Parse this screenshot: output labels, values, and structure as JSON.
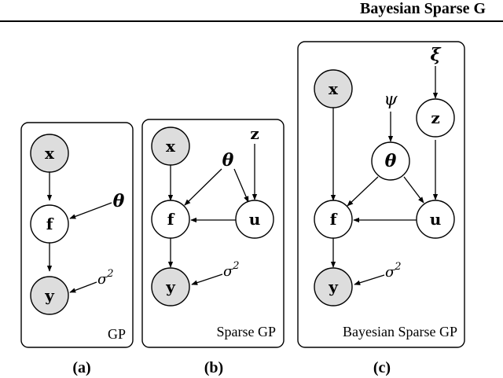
{
  "header": {
    "title": "Bayesian Sparse G"
  },
  "colors": {
    "observed_fill": "#dddddd",
    "latent_fill": "#ffffff",
    "stroke": "#000000"
  },
  "panels": [
    {
      "id": "a",
      "caption": "GP",
      "subfigure_label": "(a)",
      "nodes": {
        "x": "x",
        "f": "f",
        "y": "y"
      },
      "params": {
        "theta": "θ",
        "sigma": "σ",
        "sigma_exp": "2"
      }
    },
    {
      "id": "b",
      "caption": "Sparse GP",
      "subfigure_label": "(b)",
      "nodes": {
        "x": "x",
        "f": "f",
        "y": "y",
        "u": "u"
      },
      "params": {
        "theta": "θ",
        "z": "z",
        "sigma": "σ",
        "sigma_exp": "2"
      }
    },
    {
      "id": "c",
      "caption": "Bayesian Sparse GP",
      "subfigure_label": "(c)",
      "nodes": {
        "x": "x",
        "f": "f",
        "y": "y",
        "u": "u",
        "theta": "θ",
        "z": "z"
      },
      "params": {
        "psi": "ψ",
        "xi": "ξ",
        "sigma": "σ",
        "sigma_exp": "2"
      }
    }
  ]
}
